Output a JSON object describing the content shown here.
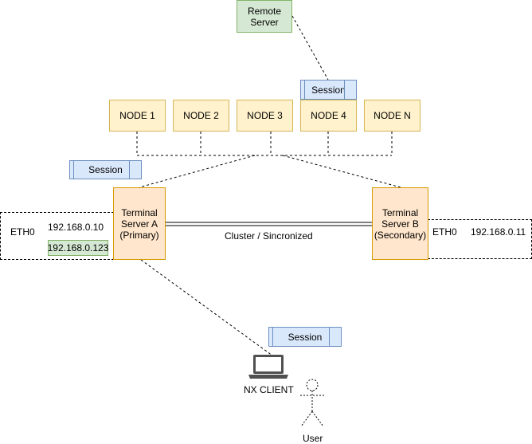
{
  "remote_server": {
    "label": "Remote\nServer"
  },
  "nodes": [
    {
      "label": "NODE 1"
    },
    {
      "label": "NODE 2"
    },
    {
      "label": "NODE 3"
    },
    {
      "label": "NODE 4"
    },
    {
      "label": "NODE N"
    }
  ],
  "session_labels": {
    "top": "Session",
    "middle": "Session",
    "bottom": "Session"
  },
  "terminal_a": {
    "label": "Terminal\nServer A\n(Primary)",
    "eth": "ETH0",
    "ip": "192.168.0.10",
    "virtual_ip": "192.168.0.123"
  },
  "terminal_b": {
    "label": "Terminal\nServer B\n(Secondary)",
    "eth": "ETH0",
    "ip": "192.168.0.11"
  },
  "cluster_label": "Cluster / Sincronized",
  "client": {
    "label": "NX CLIENT",
    "icon": "laptop-icon"
  },
  "user": {
    "label": "User",
    "icon": "stick-figure-icon"
  },
  "colors": {
    "green_fill": "#d5e8d4",
    "green_stroke": "#82b366",
    "node_fill": "#fff2cc",
    "node_stroke": "#d6b656",
    "ts_fill": "#ffe6cc",
    "ts_stroke": "#d79b00",
    "session_fill": "#dae8fc",
    "session_stroke": "#6c8ebf"
  }
}
